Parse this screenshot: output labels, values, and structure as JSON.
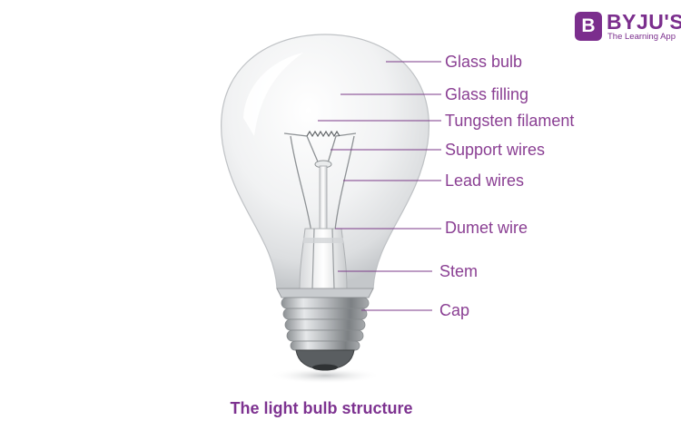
{
  "brand": {
    "badge": "B",
    "name": "BYJU'S",
    "tagline": "The Learning App",
    "color": "#7b2e8d"
  },
  "labels": [
    "Glass bulb",
    "Glass filling",
    "Tungsten filament",
    "Support wires",
    "Lead wires",
    "Dumet wire",
    "Stem",
    "Cap"
  ],
  "caption": "The light bulb structure",
  "colors": {
    "label": "#8a3f93",
    "leader_line": "#7b3a88",
    "caption": "#7d3290"
  }
}
